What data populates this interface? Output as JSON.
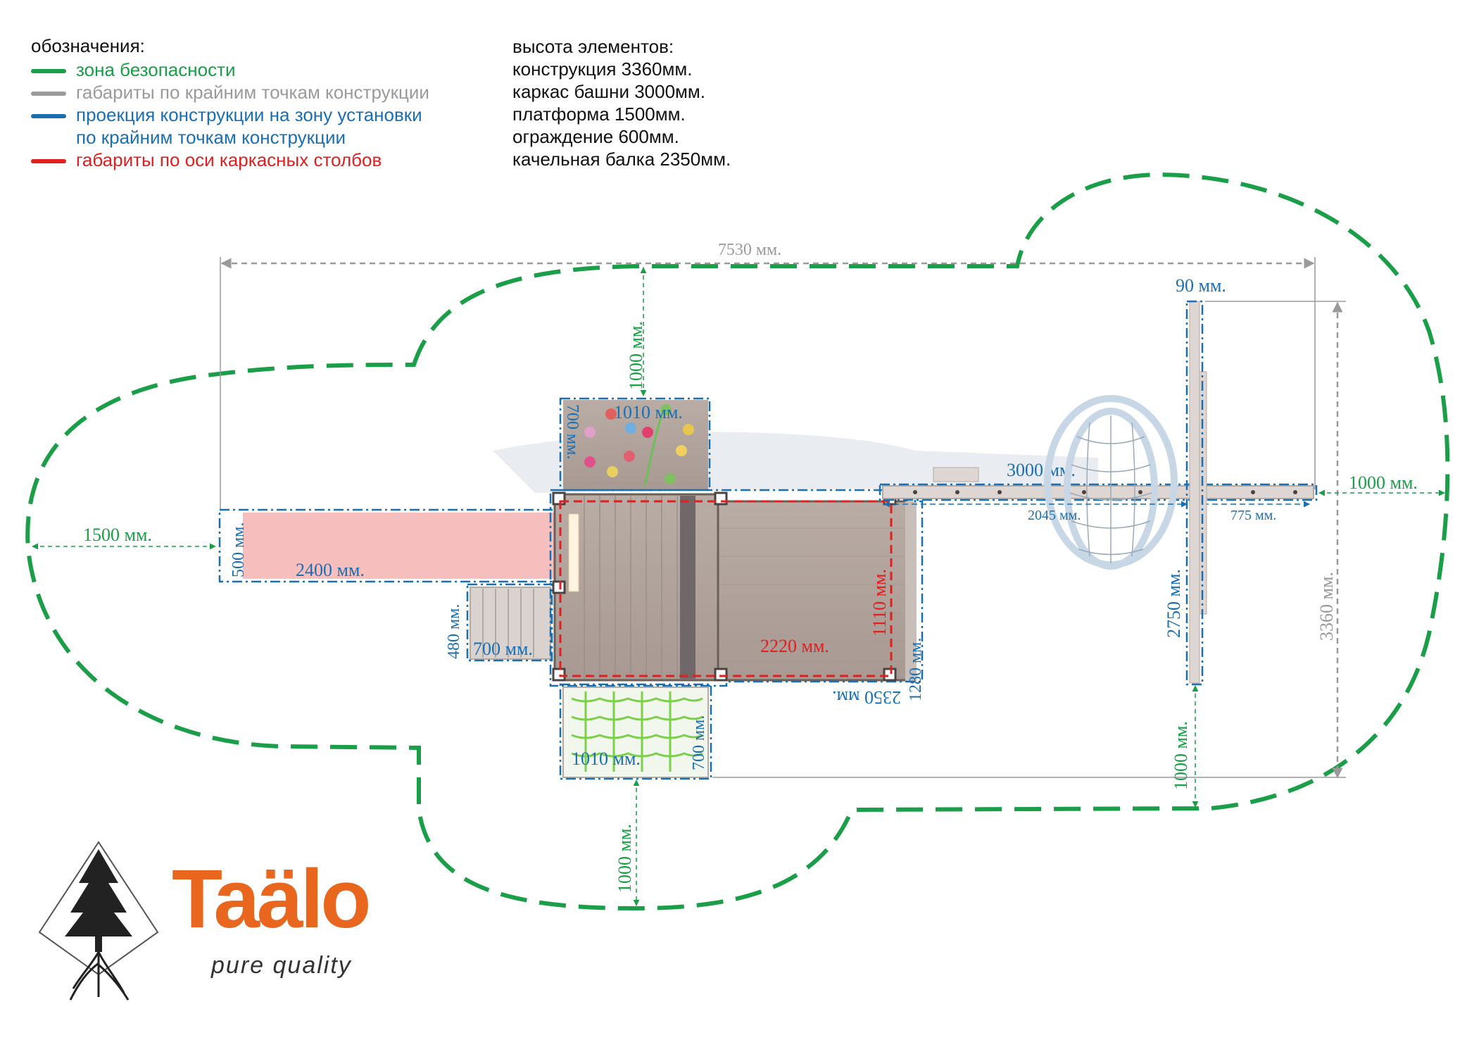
{
  "legend": {
    "title": "обозначения:",
    "items": [
      {
        "label": "зона безопасности",
        "color": "#1a9e48"
      },
      {
        "label": "габариты по крайним точкам конструкции",
        "color": "#9a9a9a"
      },
      {
        "label": "проекция конструкции на зону установки",
        "color": "#1a6fb3"
      },
      {
        "label": "по крайним точкам конструкции",
        "color": "#1a6fb3"
      },
      {
        "label": "габариты по оси каркасных столбов",
        "color": "#e02020"
      }
    ]
  },
  "heights": {
    "title": "высота элементов:",
    "lines": [
      "конструкция 3360мм.",
      "каркас башни 3000мм.",
      "платформа 1500мм.",
      "ограждение 600мм.",
      "качельная балка 2350мм."
    ]
  },
  "dimensions": {
    "overall_width": "7530 мм.",
    "safety_left": "1500 мм.",
    "safety_top": "1000 мм.",
    "safety_bottom_left": "1000 мм.",
    "safety_bottom_right": "1000 мм.",
    "safety_right": "1000 мм.",
    "climb_wall_width": "1010 мм.",
    "climb_wall_depth": "700 мм.",
    "slide_length": "2400 мм.",
    "slide_width": "500 мм.",
    "ladder_width": "700 мм.",
    "ladder_depth": "480 мм.",
    "net_width": "1010 мм.",
    "net_depth": "700 мм.",
    "tower_axis_length": "2220 мм.",
    "tower_axis_depth": "1110 мм.",
    "platform_length": "2350 мм.",
    "platform_depth": "1280 мм.",
    "swing_beam": "3000 мм.",
    "swing_left": "2045 мм.",
    "swing_right": "775 мм.",
    "swing_post_width": "90 мм.",
    "swing_frame_depth": "2750 мм.",
    "overall_depth": "3360 мм."
  },
  "colors": {
    "safety": "#1a9e48",
    "gray": "#9a9a9a",
    "blue": "#1a6fb3",
    "red": "#e02020",
    "brand": "#e8661e"
  },
  "logo": {
    "name": "Taälo",
    "tagline": "pure quality"
  }
}
